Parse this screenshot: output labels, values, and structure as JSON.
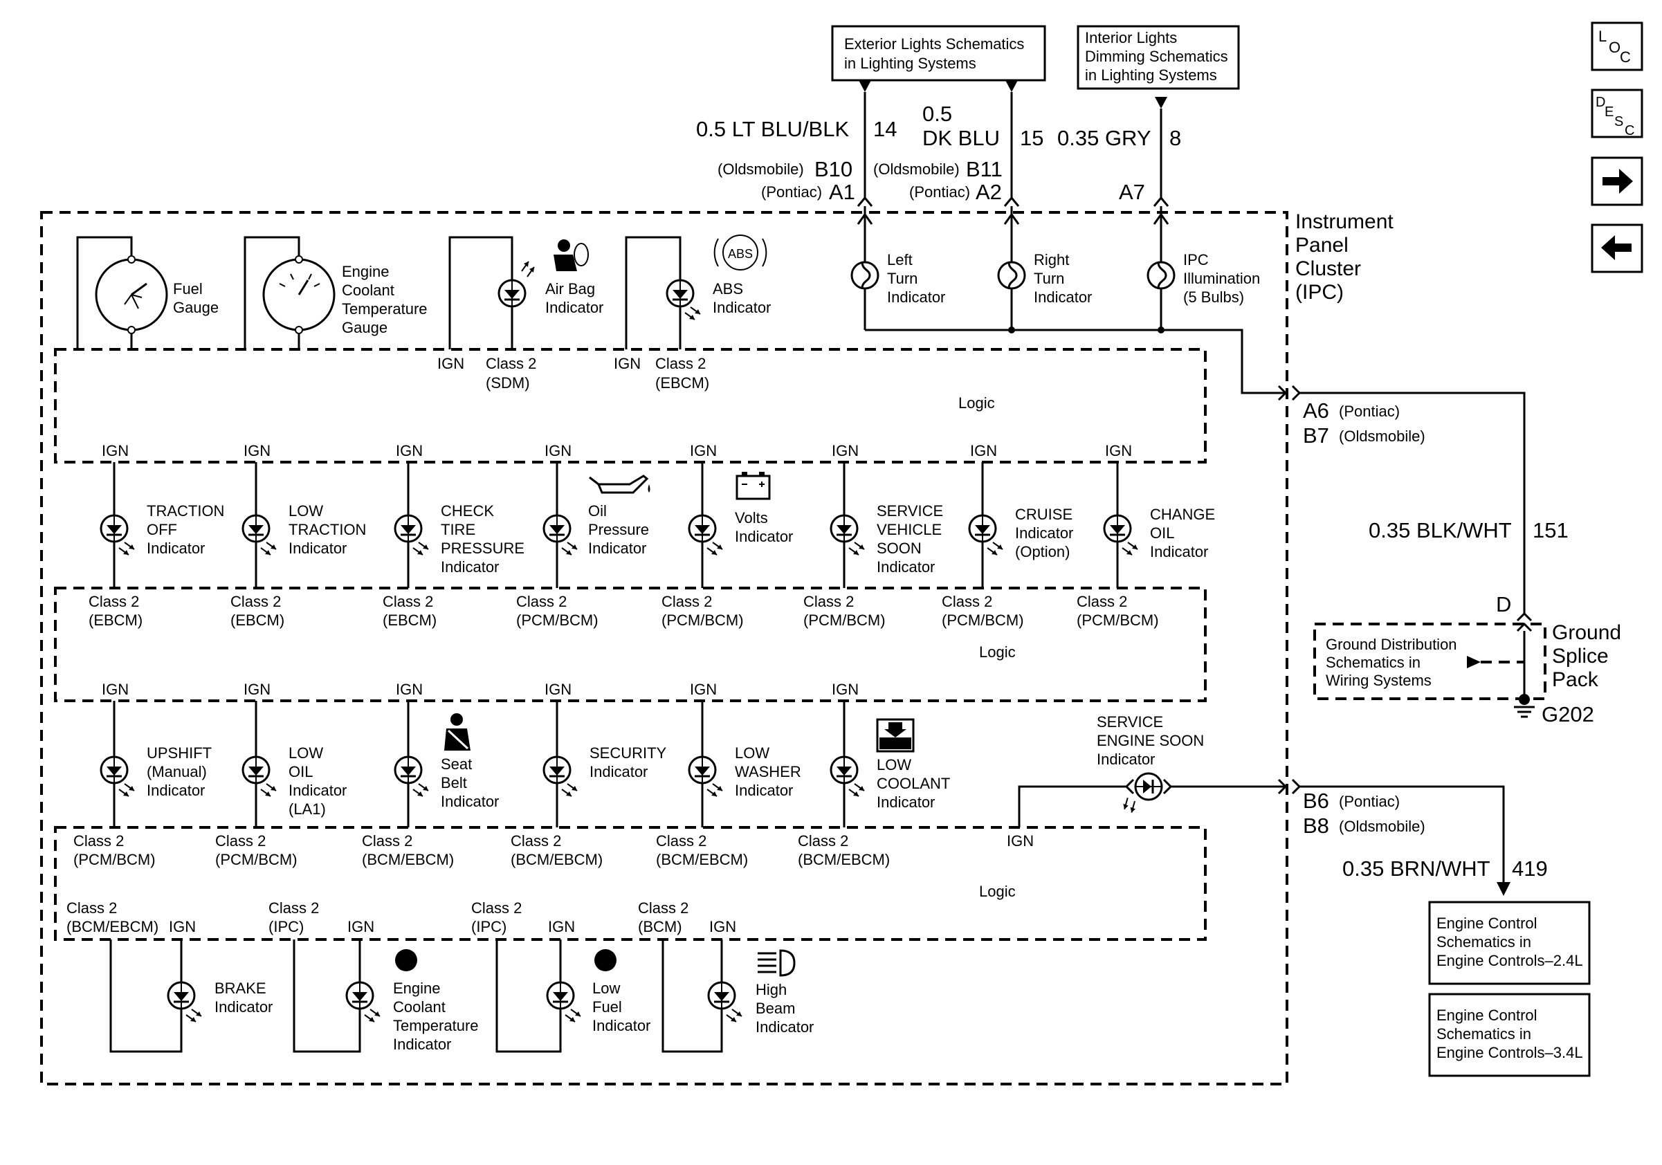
{
  "nav": {
    "loc_icon": "loc-icon",
    "desc_icon": "desc-icon",
    "next_icon": "arrow-right-icon",
    "prev_icon": "arrow-left-icon",
    "loc_glyph": [
      "L",
      "O",
      "C"
    ],
    "desc_glyph": [
      "D",
      "E",
      "S",
      "C"
    ]
  },
  "refs": {
    "exterior": [
      "Exterior Lights Schematics",
      "in Lighting Systems"
    ],
    "interior": [
      "Interior Lights",
      "Dimming Schematics",
      "in Lighting Systems"
    ],
    "ground_dist": [
      "Ground Distribution",
      "Schematics in",
      "Wiring Systems"
    ],
    "engine_24": [
      "Engine Control",
      "Schematics in",
      "Engine Controls–2.4L"
    ],
    "engine_34": [
      "Engine Control",
      "Schematics in",
      "Engine Controls–3.4L"
    ]
  },
  "wires": {
    "w14": {
      "gauge": "0.5 LT BLU/BLK",
      "circuit": "14"
    },
    "w15": {
      "gauge_1": "0.5",
      "gauge_2": "DK BLU",
      "circuit": "15"
    },
    "w8": {
      "gauge": "0.35 GRY",
      "circuit": "8"
    },
    "w151": {
      "gauge": "0.35 BLK/WHT",
      "circuit": "151"
    },
    "w419": {
      "gauge": "0.35 BRN/WHT",
      "circuit": "419"
    }
  },
  "connectors": {
    "b10": {
      "make": "(Oldsmobile)",
      "pin": "B10"
    },
    "a1": {
      "make": "(Pontiac)",
      "pin": "A1"
    },
    "b11": {
      "make": "(Oldsmobile)",
      "pin": "B11"
    },
    "a2": {
      "make": "(Pontiac)",
      "pin": "A2"
    },
    "a7": {
      "pin": "A7"
    },
    "a6": {
      "pin": "A6",
      "make": "(Pontiac)"
    },
    "b7": {
      "pin": "B7",
      "make": "(Oldsmobile)"
    },
    "b6": {
      "pin": "B6",
      "make": "(Pontiac)"
    },
    "b8": {
      "pin": "B8",
      "make": "(Oldsmobile)"
    },
    "d": {
      "pin": "D"
    }
  },
  "ipc_title": [
    "Instrument",
    "Panel",
    "Cluster",
    "(IPC)"
  ],
  "ground": {
    "splice": [
      "Ground",
      "Splice",
      "Pack"
    ],
    "point": "G202"
  },
  "logic_label": "Logic",
  "ign": "IGN",
  "gauges": {
    "fuel": [
      "Fuel",
      "Gauge"
    ],
    "coolant": [
      "Engine",
      "Coolant",
      "Temperature",
      "Gauge"
    ]
  },
  "bulbs": {
    "left_turn": [
      "Left",
      "Turn",
      "Indicator"
    ],
    "right_turn": [
      "Right",
      "Turn",
      "Indicator"
    ],
    "ipc_illum": [
      "IPC",
      "Illumination",
      "(5 Bulbs)"
    ]
  },
  "top_leds": [
    {
      "label": [
        "Air Bag",
        "Indicator"
      ],
      "source": [
        "Class 2",
        "(SDM)"
      ]
    },
    {
      "label": [
        "ABS",
        "Indicator"
      ],
      "source": [
        "Class 2",
        "(EBCM)"
      ],
      "symbol": "ABS"
    }
  ],
  "row1": [
    {
      "label": [
        "TRACTION",
        "OFF",
        "Indicator"
      ],
      "source": [
        "Class 2",
        "(EBCM)"
      ]
    },
    {
      "label": [
        "LOW",
        "TRACTION",
        "Indicator"
      ],
      "source": [
        "Class 2",
        "(EBCM)"
      ]
    },
    {
      "label": [
        "CHECK",
        "TIRE",
        "PRESSURE",
        "Indicator"
      ],
      "source": [
        "Class 2",
        "(EBCM)"
      ]
    },
    {
      "label": [
        "Oil",
        "Pressure",
        "Indicator"
      ],
      "source": [
        "Class 2",
        "(PCM/BCM)"
      ]
    },
    {
      "label": [
        "Volts",
        "Indicator"
      ],
      "source": [
        "Class 2",
        "(PCM/BCM)"
      ]
    },
    {
      "label": [
        "SERVICE",
        "VEHICLE",
        "SOON",
        "Indicator"
      ],
      "source": [
        "Class 2",
        "(PCM/BCM)"
      ]
    },
    {
      "label": [
        "CRUISE",
        "Indicator",
        "(Option)"
      ],
      "source": [
        "Class 2",
        "(PCM/BCM)"
      ]
    },
    {
      "label": [
        "CHANGE",
        "OIL",
        "Indicator"
      ],
      "source": [
        "Class 2",
        "(PCM/BCM)"
      ]
    }
  ],
  "row2": [
    {
      "label": [
        "UPSHIFT",
        "(Manual)",
        "Indicator"
      ],
      "source": [
        "Class 2",
        "(PCM/BCM)"
      ]
    },
    {
      "label": [
        "LOW",
        "OIL",
        "Indicator",
        "(LA1)"
      ],
      "source": [
        "Class 2",
        "(PCM/BCM)"
      ]
    },
    {
      "label": [
        "Seat",
        "Belt",
        "Indicator"
      ],
      "source": [
        "Class 2",
        "(BCM/EBCM)"
      ]
    },
    {
      "label": [
        "SECURITY",
        "Indicator"
      ],
      "source": [
        "Class 2",
        "(BCM/EBCM)"
      ]
    },
    {
      "label": [
        "LOW",
        "WASHER",
        "Indicator"
      ],
      "source": [
        "Class 2",
        "(BCM/EBCM)"
      ]
    },
    {
      "label": [
        "LOW",
        "COOLANT",
        "Indicator"
      ],
      "source": [
        "Class 2",
        "(BCM/EBCM)"
      ]
    }
  ],
  "ses": {
    "label": [
      "SERVICE",
      "ENGINE SOON",
      "Indicator"
    ]
  },
  "row3": [
    {
      "label": [
        "BRAKE",
        "Indicator"
      ],
      "source": [
        "Class 2",
        "(BCM/EBCM)"
      ]
    },
    {
      "label": [
        "Engine",
        "Coolant",
        "Temperature",
        "Indicator"
      ],
      "source": [
        "Class 2",
        "(IPC)"
      ]
    },
    {
      "label": [
        "Low",
        "Fuel",
        "Indicator"
      ],
      "source": [
        "Class 2",
        "(IPC)"
      ]
    },
    {
      "label": [
        "High",
        "Beam",
        "Indicator"
      ],
      "source": [
        "Class 2",
        "(BCM)"
      ]
    }
  ]
}
